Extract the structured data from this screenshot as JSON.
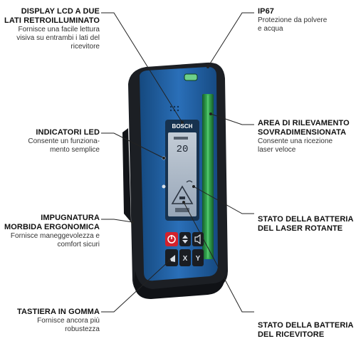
{
  "callouts": {
    "display": {
      "title_lines": [
        "DISPLAY LCD A DUE",
        "LATI RETROILLUMINATO"
      ],
      "desc_lines": [
        "Fornisce una facile lettura",
        "visiva su entrambi i lati del",
        "ricevitore"
      ]
    },
    "ip67": {
      "title_lines": [
        "IP67"
      ],
      "desc_lines": [
        "Protezione da polvere",
        "e acqua"
      ]
    },
    "led": {
      "title_lines": [
        "INDICATORI LED"
      ],
      "desc_lines": [
        "Consente un funziona-",
        "mento semplice"
      ]
    },
    "area": {
      "title_lines": [
        "AREA DI RILEVAMENTO",
        "SOVRADIMENSIONATA"
      ],
      "desc_lines": [
        "Consente una ricezione",
        "laser veloce"
      ]
    },
    "grip": {
      "title_lines": [
        "IMPUGNATURA",
        "MORBIDA ERGONOMICA"
      ],
      "desc_lines": [
        "Fornisce maneggevolezza e",
        "comfort sicuri"
      ]
    },
    "battery_laser": {
      "title_lines": [
        "STATO DELLA BATTERIA",
        "DEL LASER ROTANTE"
      ],
      "desc_lines": []
    },
    "keypad": {
      "title_lines": [
        "TASTIERA IN GOMMA"
      ],
      "desc_lines": [
        "Fornisce ancora più",
        "robustezza"
      ]
    },
    "battery_receiver": {
      "title_lines": [
        "STATO DELLA BATTERIA",
        "DEL RICEVITORE"
      ],
      "desc_lines": []
    }
  },
  "device": {
    "brand": "BOSCH",
    "lcd_value": "20"
  },
  "colors": {
    "device_blue": "#1f5fa8",
    "rubber": "#1c1f24",
    "sensor_green": "#2f9e48",
    "lcd": "#aab6c4",
    "power_button": "#d3212d"
  }
}
